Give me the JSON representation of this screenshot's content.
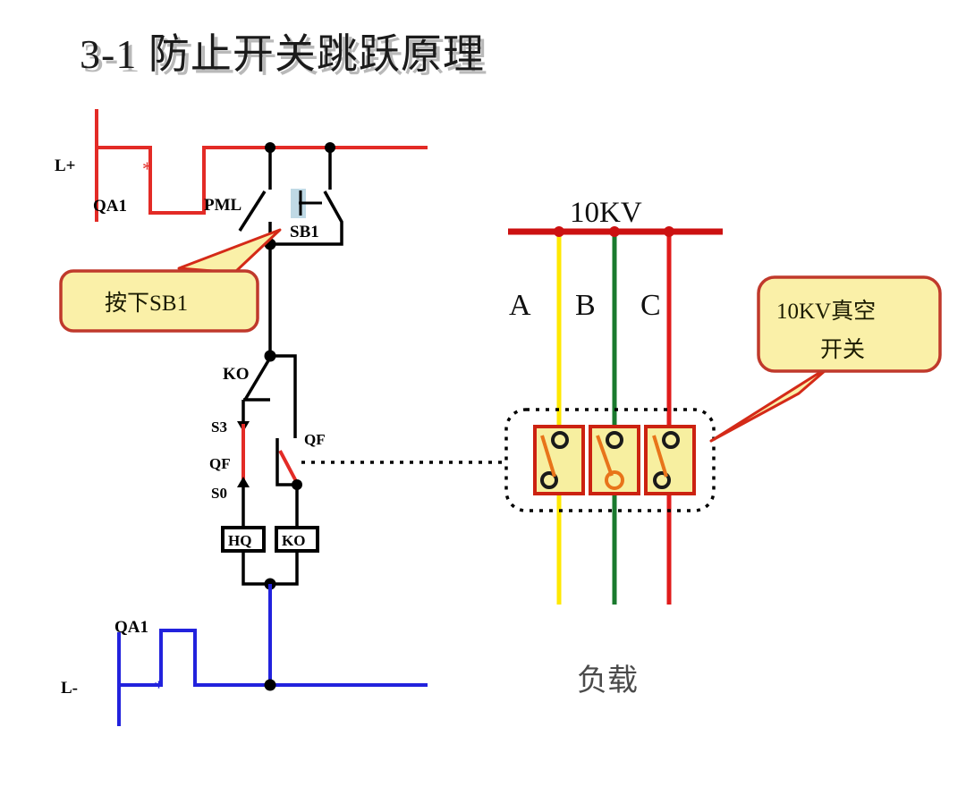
{
  "title": {
    "number": "3-1",
    "text": "防止开关跳跃原理",
    "full": "3-1  防止开关跳跃原理"
  },
  "control_circuit": {
    "positive_rail_label": "L+",
    "negative_rail_label": "L-",
    "breaker_top_label": "QA1",
    "breaker_bottom_label": "QA1",
    "pml_label": "PML",
    "sb1_label": "SB1",
    "ko_contact_label": "KO",
    "s3_label": "S3",
    "qf_aux_label": "QF",
    "s0_label": "S0",
    "qf_contact_label": "QF",
    "coil_hq_label": "HQ",
    "coil_ko_label": "KO"
  },
  "power_circuit": {
    "busbar_label": "10KV",
    "phases": [
      {
        "name": "A",
        "color": "#FFE800"
      },
      {
        "name": "B",
        "color": "#1A7A2E"
      },
      {
        "name": "C",
        "color": "#E01B1B"
      }
    ],
    "load_label": "负载"
  },
  "callouts": [
    {
      "id": "press-sb1",
      "text": "按下SB1",
      "lines": [
        "按下SB1"
      ],
      "fill": "#FAF0A8",
      "border": "#C0392B"
    },
    {
      "id": "vacuum-switch",
      "text": "10KV真空开关",
      "lines": [
        "10KV真空",
        "开关"
      ],
      "fill": "#FAF0A8",
      "border": "#C0392B"
    }
  ],
  "colors": {
    "positive_rail": "#E32B26",
    "negative_rail": "#2222DD",
    "wire": "#000000",
    "busbar": "#CC1111",
    "switch_box_fill": "#F7EFA0",
    "switch_box_border": "#CC2211",
    "switch_arm": "#E8741A",
    "highlight": "#BFD9E5",
    "asterisk_top": "#E32B26",
    "asterisk_bottom": "#2222DD"
  }
}
